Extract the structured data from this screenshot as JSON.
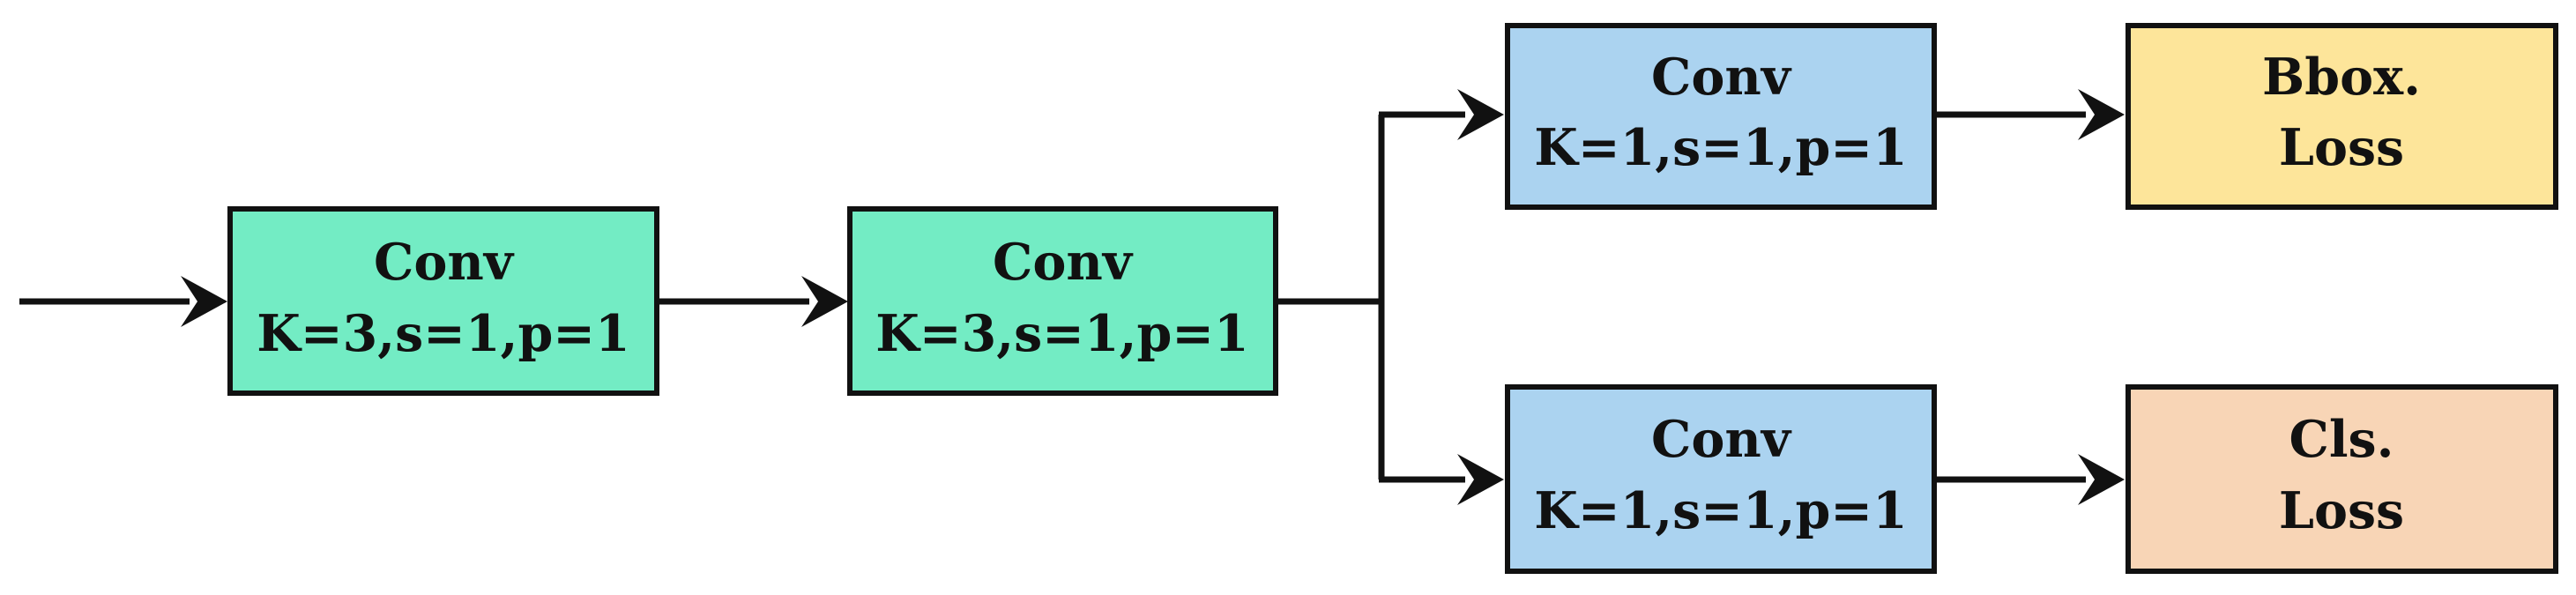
{
  "colors": {
    "conv3": "#73ECC4",
    "conv1": "#ABD3F0",
    "bbox_loss": "#FDE59A",
    "cls_loss": "#F8D5B6",
    "stroke": "#111111"
  },
  "nodes": {
    "conv1": {
      "line1": "Conv",
      "line2": "K=3,s=1,p=1"
    },
    "conv2": {
      "line1": "Conv",
      "line2": "K=3,s=1,p=1"
    },
    "conv_bbox": {
      "line1": "Conv",
      "line2": "K=1,s=1,p=1"
    },
    "conv_cls": {
      "line1": "Conv",
      "line2": "K=1,s=1,p=1"
    },
    "bbox_loss": {
      "line1": "Bbox.",
      "line2": "Loss"
    },
    "cls_loss": {
      "line1": "Cls.",
      "line2": "Loss"
    }
  }
}
